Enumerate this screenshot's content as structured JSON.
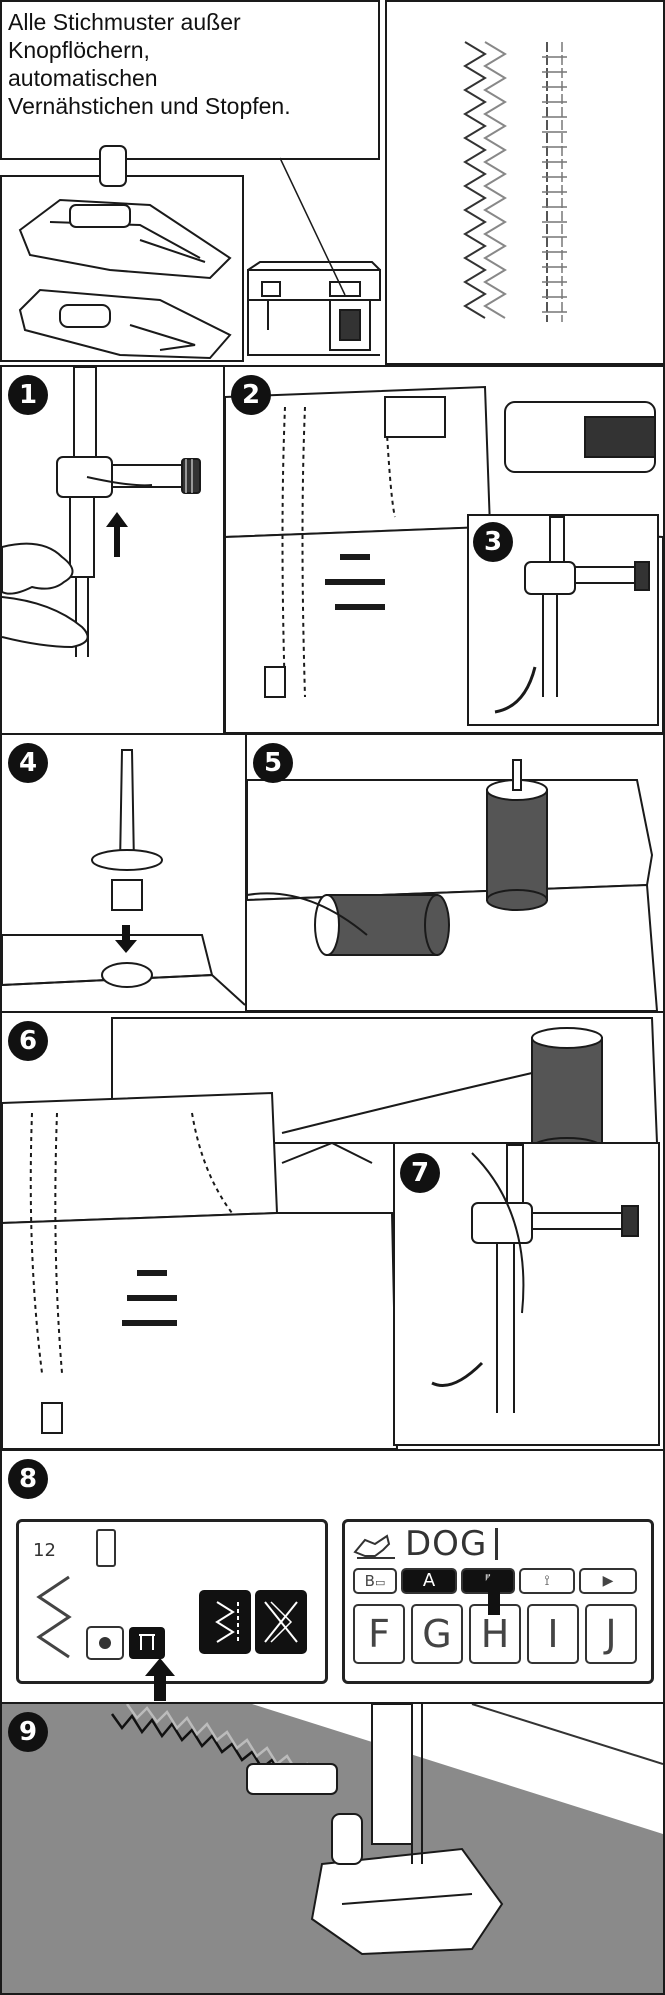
{
  "caption": {
    "line1": "Alle Stichmuster außer",
    "line2": "Knopflöchern,",
    "line3": "automatischen",
    "line4": "Vernähstichen und Stopfen."
  },
  "steps": {
    "s1": "1",
    "s2": "2",
    "s3": "3",
    "s4": "4",
    "s5": "5",
    "s6": "6",
    "s7": "7",
    "s8": "8",
    "s9": "9"
  },
  "lcd_left": {
    "stitch_number": "12"
  },
  "lcd_right": {
    "mode_text": "DOG",
    "key_b": "B",
    "key_a": "A",
    "letters": [
      "F",
      "G",
      "H",
      "I",
      "J"
    ]
  },
  "colors": {
    "ink": "#1a1a1a",
    "fabric": "#8a8a8a",
    "thread_light": "#9a9a9a"
  },
  "icons": [
    "presser-foot-icon",
    "sewing-machine-icon",
    "twin-needle-icon",
    "spool-pin-icon",
    "arrow-up-icon",
    "arrow-down-icon",
    "zigzag-stitch-icon",
    "twin-needle-key-icon"
  ]
}
